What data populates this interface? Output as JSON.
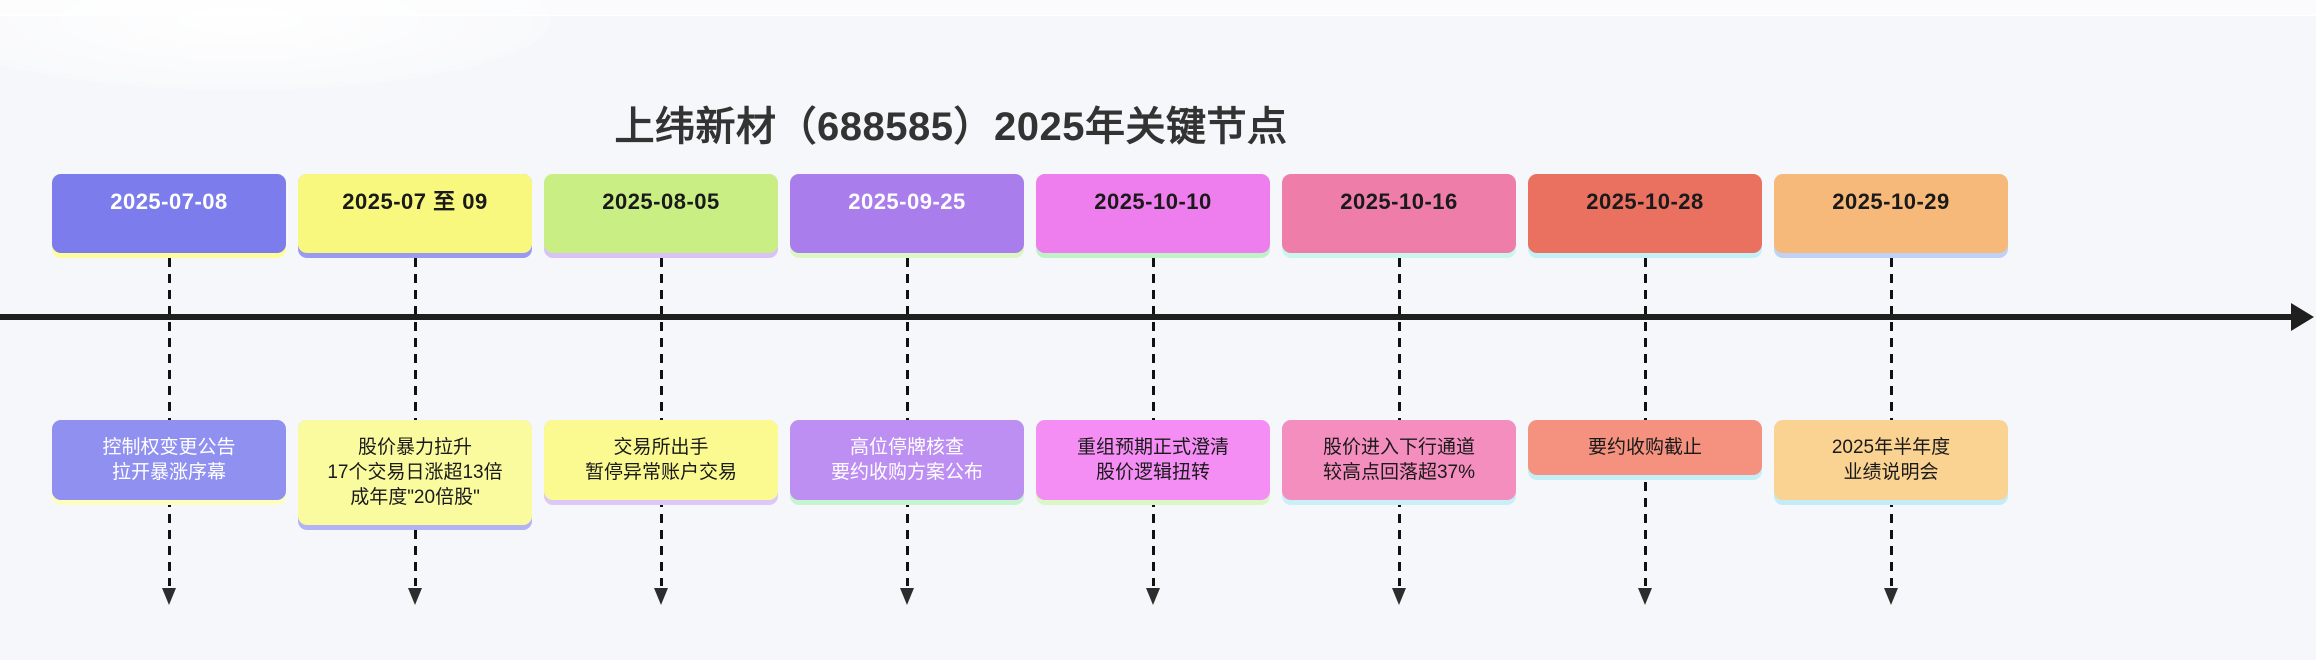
{
  "title": "上纬新材（688585）2025年关键节点",
  "colors": {
    "background": "#f6f7fa",
    "axis": "#1f1f1f",
    "dash": "#111111",
    "title_text": "#333333"
  },
  "axis": {
    "type": "horizontal-arrow",
    "direction": "right"
  },
  "timeline": {
    "events": [
      {
        "date": "2025-07-08",
        "lines": [
          "控制权变更公告",
          "拉开暴涨序幕"
        ],
        "colors": {
          "date_bg": "#7c7cec",
          "date_text": "#ffffff",
          "date_strip": "#fdfd9e",
          "event_bg": "#9090f0",
          "event_text": "#ffffff",
          "event_strip": "#fdfdc0"
        }
      },
      {
        "date": "2025-07 至 09",
        "lines": [
          "股价暴力拉升",
          "17个交易日涨超13倍",
          "成年度\"20倍股\""
        ],
        "colors": {
          "date_bg": "#f8f87e",
          "date_text": "#1a1a1a",
          "date_strip": "#9a9af0",
          "event_bg": "#fafa9e",
          "event_text": "#1a1a1a",
          "event_strip": "#b2b2f4"
        }
      },
      {
        "date": "2025-08-05",
        "lines": [
          "交易所出手",
          "暂停异常账户交易"
        ],
        "colors": {
          "date_bg": "#c9ee84",
          "date_text": "#1a1a1a",
          "date_strip": "#d9c2f8",
          "event_bg": "#fafa90",
          "event_text": "#1a1a1a",
          "event_strip": "#dcc8f8"
        }
      },
      {
        "date": "2025-09-25",
        "lines": [
          "高位停牌核查",
          "要约收购方案公布"
        ],
        "colors": {
          "date_bg": "#a97deb",
          "date_text": "#ffffff",
          "date_strip": "#ddf7c4",
          "event_bg": "#bd8ff2",
          "event_text": "#ffffff",
          "event_strip": "#c6f4cf"
        }
      },
      {
        "date": "2025-10-10",
        "lines": [
          "重组预期正式澄清",
          "股价逻辑扭转"
        ],
        "colors": {
          "date_bg": "#ee7dee",
          "date_text": "#1a1a1a",
          "date_strip": "#bff2c9",
          "event_bg": "#f48ef4",
          "event_text": "#1a1a1a",
          "event_strip": "#dcf7c6"
        }
      },
      {
        "date": "2025-10-16",
        "lines": [
          "股价进入下行通道",
          "较高点回落超37%"
        ],
        "colors": {
          "date_bg": "#ee7da9",
          "date_text": "#1a1a1a",
          "date_strip": "#c9f6ef",
          "event_bg": "#f48ebe",
          "event_text": "#1a1a1a",
          "event_strip": "#c9f0f7"
        }
      },
      {
        "date": "2025-10-28",
        "lines": [
          "要约收购截止"
        ],
        "colors": {
          "date_bg": "#ea7060",
          "date_text": "#1a1a1a",
          "date_strip": "#c4f1f7",
          "event_bg": "#f4917f",
          "event_text": "#1a1a1a",
          "event_strip": "#c4eff7"
        }
      },
      {
        "date": "2025-10-29",
        "lines": [
          "2025年半年度",
          "业绩说明会"
        ],
        "colors": {
          "date_bg": "#f6b979",
          "date_text": "#1a1a1a",
          "date_strip": "#bfd1f7",
          "event_bg": "#fad292",
          "event_text": "#1a1a1a",
          "event_strip": "#c4ebf7"
        }
      }
    ]
  }
}
